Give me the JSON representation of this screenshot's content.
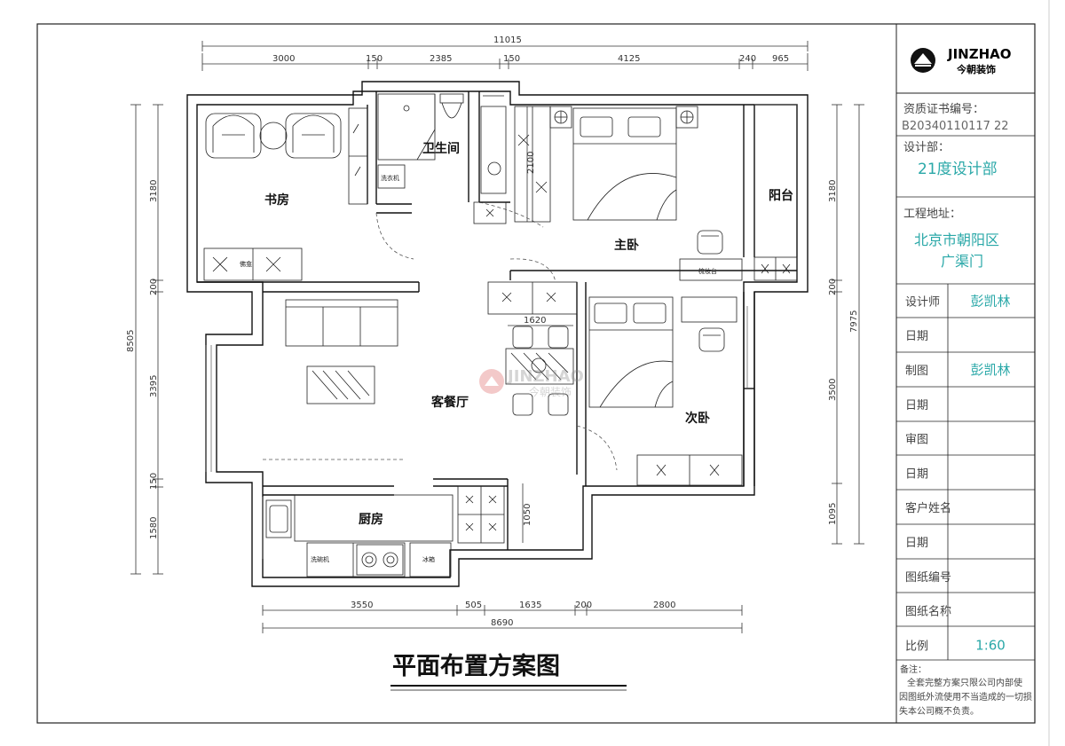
{
  "brand": {
    "name": "JINZHAO",
    "cn_name": "今朝装饰"
  },
  "title_block": {
    "cert_label": "资质证书编号：",
    "cert_number": "B20340110117 22",
    "dept_label": "设计部：",
    "dept_value": "21度设计部",
    "address_label": "工程地址：",
    "address_line1": "北京市朝阳区",
    "address_line2": "广渠门",
    "rows": [
      {
        "label": "设计师",
        "value": "彭凯林"
      },
      {
        "label": "日期",
        "value": ""
      },
      {
        "label": "制图",
        "value": "彭凯林"
      },
      {
        "label": "日期",
        "value": ""
      },
      {
        "label": "审图",
        "value": ""
      },
      {
        "label": "日期",
        "value": ""
      },
      {
        "label": "客户姓名",
        "value": ""
      },
      {
        "label": "日期",
        "value": ""
      },
      {
        "label": "图纸编号",
        "value": ""
      },
      {
        "label": "图纸名称",
        "value": ""
      },
      {
        "label": "比例",
        "value": "1:60"
      }
    ],
    "note_label": "备注：",
    "note_line1": "全套完整方案只限公司内部使",
    "note_line2": "因图纸外流使用不当造成的一切损",
    "note_line3": "失本公司概不负责。",
    "accent_color": "#2aa8a8"
  },
  "drawing_title": "平面布置方案图",
  "rooms": {
    "study": "书房",
    "bathroom": "卫生间",
    "master_bedroom": "主卧",
    "balcony": "阳台",
    "living_dining": "客餐厅",
    "second_bedroom": "次卧",
    "kitchen": "厨房"
  },
  "fixtures": {
    "washer": "洗衣机",
    "bookcase": "佛龛",
    "vanity": "梳妆台",
    "dishwasher": "洗碗机",
    "fridge": "冰箱"
  },
  "dimensions": {
    "top_total": "11015",
    "top_segments": [
      "3000",
      "150",
      "2385",
      "150",
      "4125",
      "240",
      "965"
    ],
    "bottom_segments": [
      "3550",
      "505",
      "1635",
      "200",
      "2800"
    ],
    "bottom_total": "8690",
    "left_total": "8505",
    "left_segments": [
      "3180",
      "200",
      "3395",
      "150",
      "1580"
    ],
    "right_total": "7975",
    "right_segments": [
      "3180",
      "200",
      "3500",
      "1095"
    ],
    "inner_wardrobe": "2100",
    "inner_table": "1620",
    "inner_kitchen": "1050"
  },
  "watermark": {
    "en": "JINZHAO",
    "cn": "今朝装饰"
  }
}
